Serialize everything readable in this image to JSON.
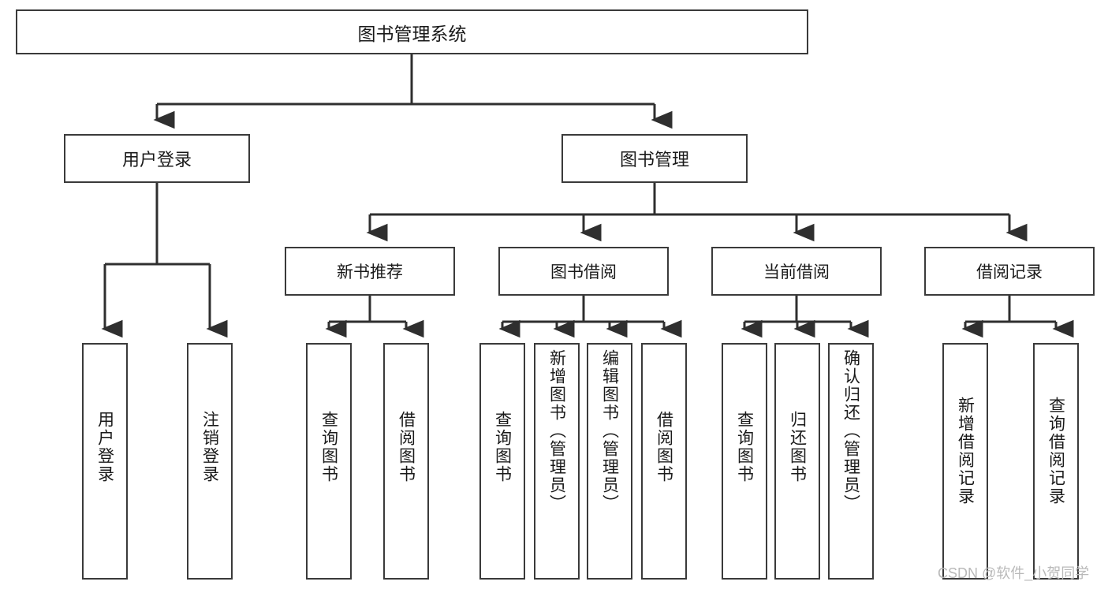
{
  "diagram": {
    "type": "tree-hierarchy-chart",
    "title": "图书管理系统",
    "orientation": "top-down",
    "colors": {
      "border": "#3a3a3a",
      "background": "#ffffff",
      "text": "#1a1a1a",
      "edge": "#2f2f2f",
      "watermark": "#b9b9b9"
    },
    "root": {
      "label": "图书管理系统",
      "children": [
        {
          "label": "用户登录",
          "children": [
            {
              "label": "用户登录"
            },
            {
              "label": "注销登录"
            }
          ]
        },
        {
          "label": "图书管理",
          "children": [
            {
              "label": "新书推荐",
              "children": [
                {
                  "label": "查询图书"
                },
                {
                  "label": "借阅图书"
                }
              ]
            },
            {
              "label": "图书借阅",
              "children": [
                {
                  "label": "查询图书"
                },
                {
                  "label": "新增图书（管理员）"
                },
                {
                  "label": "编辑图书（管理员）"
                },
                {
                  "label": "借阅图书"
                }
              ]
            },
            {
              "label": "当前借阅",
              "children": [
                {
                  "label": "查询图书"
                },
                {
                  "label": "归还图书"
                },
                {
                  "label": "确认归还（管理员）"
                }
              ]
            },
            {
              "label": "借阅记录",
              "children": [
                {
                  "label": "新增借阅记录"
                },
                {
                  "label": "查询借阅记录"
                }
              ]
            }
          ]
        }
      ]
    }
  },
  "watermark": {
    "text": "CSDN @软件_小贺同学"
  }
}
